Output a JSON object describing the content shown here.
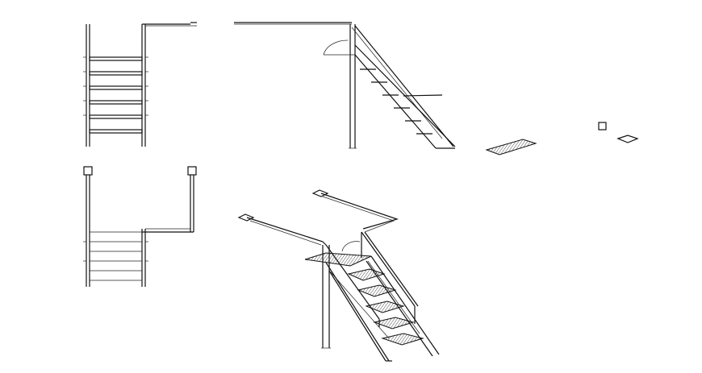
{
  "drawing": {
    "background": "#ffffff",
    "line_color": "#111111",
    "views": [
      "front-elevation",
      "side-elevation",
      "plan-view",
      "isometric-view",
      "tread-detail",
      "baseplate-detail"
    ]
  }
}
